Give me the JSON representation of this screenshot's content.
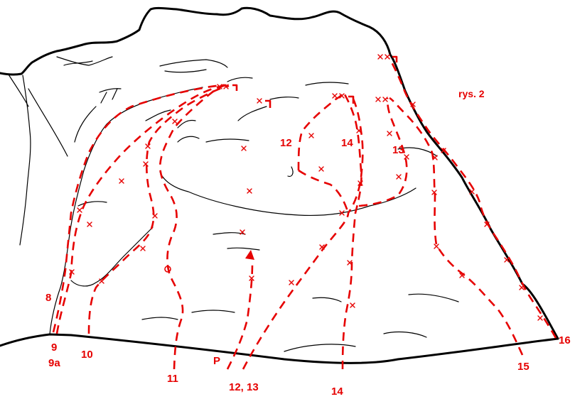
{
  "figure_label": "rys. 2",
  "route_color": "#e60000",
  "ink_color": "#000000",
  "labels": {
    "r8": "8",
    "r9": "9",
    "r9a": "9a",
    "r10": "10",
    "r11": "11",
    "p": "P",
    "r12_13": "12, 13",
    "r14_bottom": "14",
    "r15": "15",
    "r16": "16",
    "r12_top": "12",
    "r14_top": "14",
    "r13_top": "13"
  }
}
